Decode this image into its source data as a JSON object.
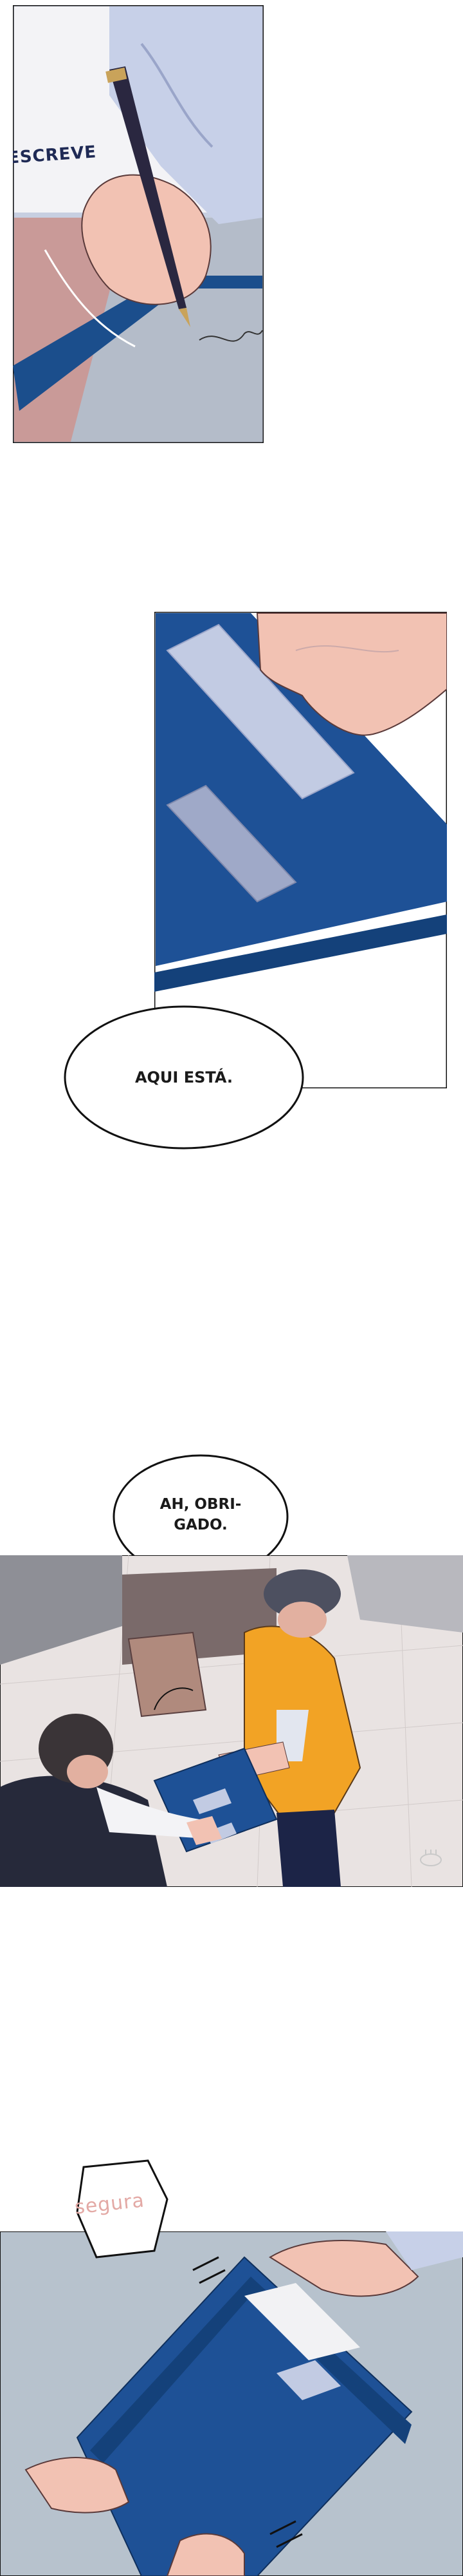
{
  "panels": [
    {
      "id": "writing",
      "sfx": "ESCREVE"
    },
    {
      "id": "clipboard-handover",
      "speech": "AQUI ESTÁ."
    },
    {
      "id": "office-delivery",
      "speech_line1": "AH, OBRI-",
      "speech_line2": "GADO."
    },
    {
      "id": "grab-clipboard",
      "sfx": "segura"
    }
  ],
  "colors": {
    "navy": "#1b4e8c",
    "clipboard_blue": "#1e5196",
    "sleeve": "#c7d0e8",
    "skin": "#f2c2b3",
    "vest": "#f2a325",
    "desk": "#b9c0c9"
  }
}
